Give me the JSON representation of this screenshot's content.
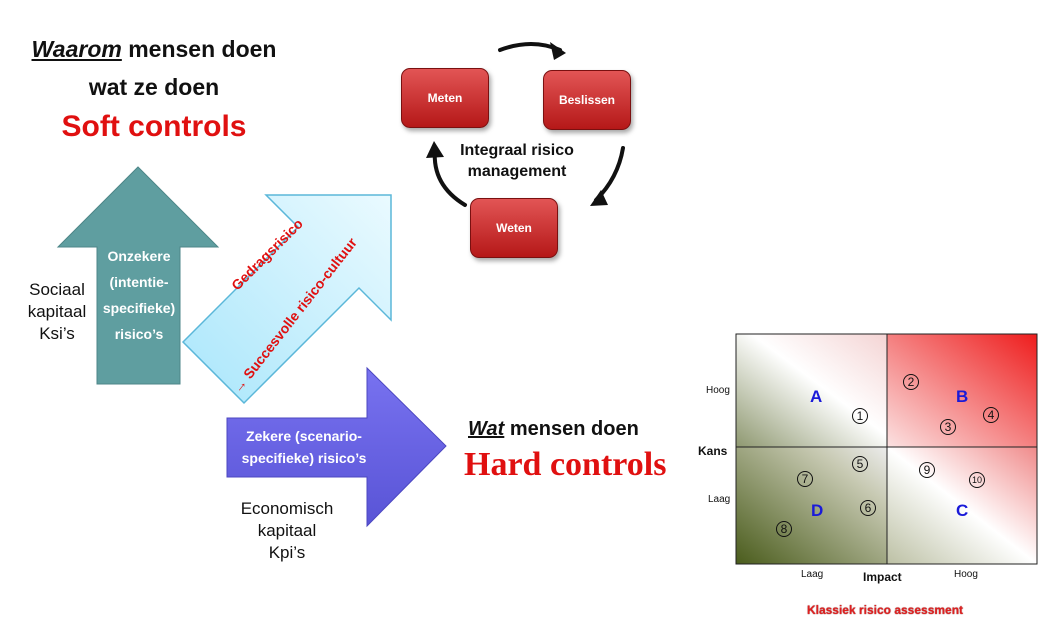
{
  "left": {
    "title_em": "Waarom",
    "title_rest": " mensen doen",
    "title_line2": "wat ze doen",
    "soft": "Soft controls",
    "side": [
      "Sociaal",
      "kapitaal",
      "Ksi’s"
    ],
    "up_arrow_lines": [
      "Onzekere",
      "(intentie-",
      "specifieke)",
      "risico’s"
    ]
  },
  "diagonal": {
    "line1": "Gedragsrisico",
    "line2": "→ Succesvolle risico-cultuur"
  },
  "bottom": {
    "arrow_lines": [
      "Zekere (scenario-",
      "specifieke) risico’s"
    ],
    "side": [
      "Economisch",
      "kapitaal",
      "Kpi’s"
    ],
    "wat_em": "Wat",
    "wat_rest": " mensen doen",
    "hard": "Hard controls"
  },
  "cycle": {
    "meten": "Meten",
    "beslissen": "Beslissen",
    "weten": "Weten",
    "center_lines": [
      "Integraal risico",
      "management"
    ]
  },
  "matrix": {
    "y_title": "Kans",
    "y_high": "Hoog",
    "y_low": "Laag",
    "x_title": "Impact",
    "x_low": "Laag",
    "x_high": "Hoog",
    "quadrants": [
      "A",
      "B",
      "C",
      "D"
    ],
    "nums": [
      "1",
      "2",
      "3",
      "4",
      "5",
      "6",
      "7",
      "8",
      "9",
      "10"
    ],
    "footer": "Klassiek risico assessment"
  },
  "colors": {
    "soft_red": "#e01010",
    "box_red": "#c62222",
    "teal": "#5f9ea0",
    "light_cyan": "#c9f1ff",
    "purple": "#6a64e4",
    "quadrant_blue": "#1a1ad8"
  }
}
